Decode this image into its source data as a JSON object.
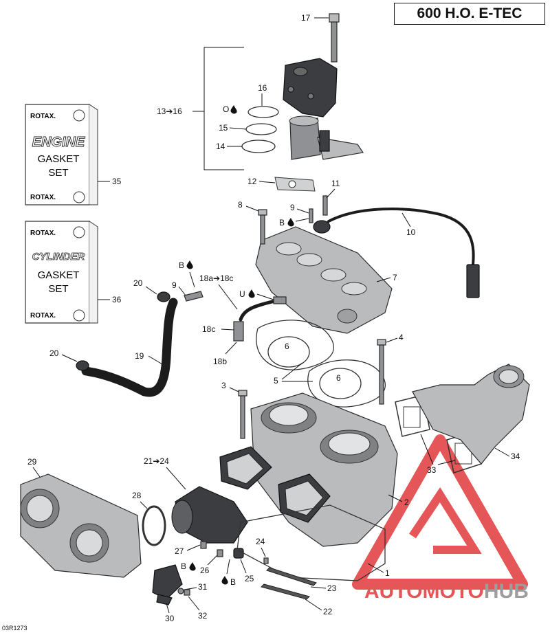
{
  "title": "600 H.O. E-TEC",
  "diagram_code": "03R1273",
  "watermark": {
    "text_auto": "AUTO",
    "text_moto": "MOTO",
    "text_hub": "HUB",
    "color_red": "#e0393b",
    "color_gray": "#8c8c8c"
  },
  "kits": {
    "engine": {
      "brand_top": "ROTAX.",
      "line1": "ENGINE",
      "line2": "GASKET",
      "line3": "SET",
      "brand_bottom": "ROTAX.",
      "callout": "35"
    },
    "cylinder": {
      "brand_top": "ROTAX.",
      "line1": "CYLINDER",
      "line2": "GASKET",
      "line3": "SET",
      "brand_bottom": "ROTAX.",
      "callout": "36"
    }
  },
  "callouts": {
    "c17": "17",
    "c13_16": "13➔16",
    "c16": "16",
    "cO": "O",
    "c15": "15",
    "c14": "14",
    "c12": "12",
    "c11": "11",
    "c8": "8",
    "c9_top": "9",
    "cB_9": "B",
    "c10": "10",
    "c7": "7",
    "cB_left": "B",
    "c9_left": "9",
    "c20_top": "20",
    "c18a": "18a➔18c",
    "cU": "U",
    "c18c": "18c",
    "c18b": "18b",
    "c6_a": "6",
    "c6_b": "6",
    "c5": "5",
    "c4": "4",
    "c20_bot": "20",
    "c19": "19",
    "c3": "3",
    "c33": "33",
    "c34": "34",
    "c29": "29",
    "c21_24": "21➔24",
    "c28": "28",
    "c2": "2",
    "c27": "27",
    "cB_26": "B",
    "c26": "26",
    "c24": "24",
    "c25": "25",
    "cB_25": "B",
    "c1": "1",
    "c31": "31",
    "c23": "23",
    "c30": "30",
    "c32": "32",
    "c22": "22"
  }
}
